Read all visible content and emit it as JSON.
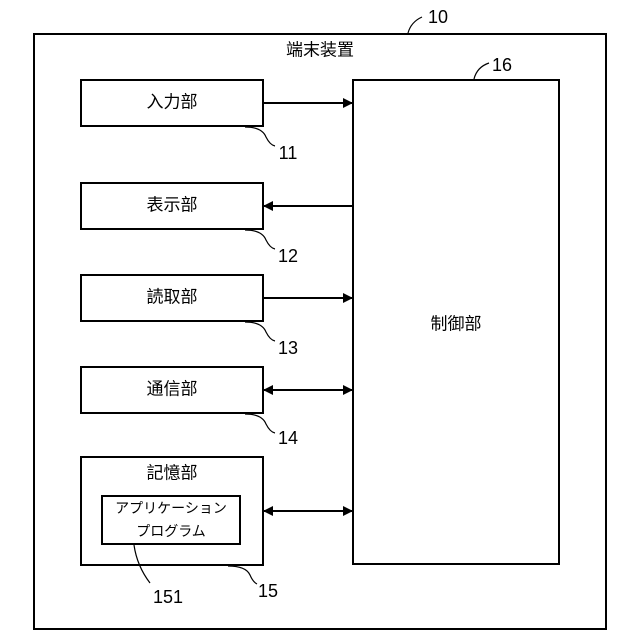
{
  "diagram": {
    "ref_numerals": {
      "terminal": "10",
      "control": "16",
      "input": "11",
      "display": "12",
      "reader": "13",
      "communication": "14",
      "storage": "15",
      "application": "151"
    },
    "labels": {
      "terminal": "端末装置",
      "control": "制御部",
      "input": "入力部",
      "display": "表示部",
      "reader": "読取部",
      "communication": "通信部",
      "storage": "記憶部",
      "application_line1": "アプリケーション",
      "application_line2": "プログラム"
    },
    "connections": [
      {
        "from": "input",
        "to": "control",
        "direction": "right"
      },
      {
        "from": "control",
        "to": "display",
        "direction": "left"
      },
      {
        "from": "reader",
        "to": "control",
        "direction": "right"
      },
      {
        "from": "communication",
        "to": "control",
        "direction": "both"
      },
      {
        "from": "storage",
        "to": "control",
        "direction": "both"
      }
    ],
    "colors": {
      "stroke": "#000000",
      "background": "#ffffff"
    }
  }
}
